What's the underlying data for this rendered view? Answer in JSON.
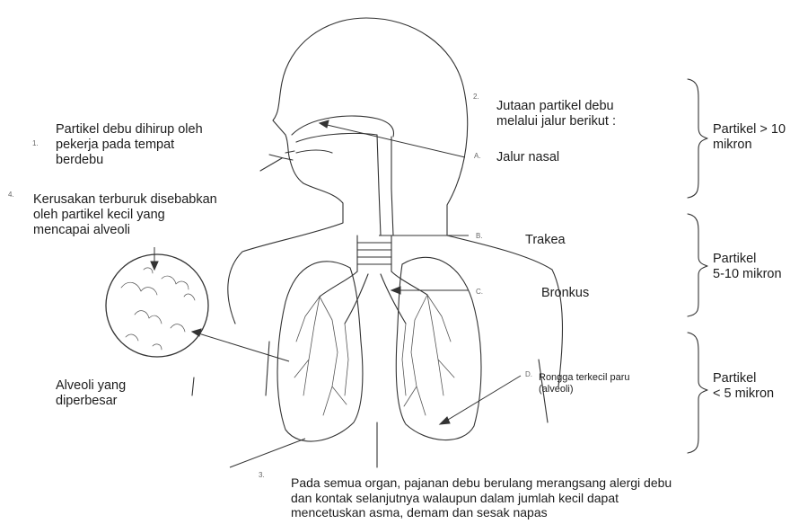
{
  "labels": {
    "step1": "Partikel debu dihirup oleh\npekerja pada tempat\nberdebu",
    "step2": "Jutaan partikel debu\nmelalui jalur berikut :",
    "step4": "Kerusakan terburuk disebabkan\noleh partikel kecil yang\nmencapai alveoli",
    "alveoli_enlarged": "Alveoli yang\ndiperbesar",
    "nasal": "Jalur nasal",
    "trachea": "Trakea",
    "bronchus": "Bronkus",
    "smallest": "Rongga terkecil paru\n(alveoli)",
    "footer": "Pada semua organ, pajanan debu berulang merangsang alergi debu\ndan kontak selanjutnya walaupun dalam jumlah kecil dapat\nmencetuskan asma, demam dan sesak napas"
  },
  "size_ranges": [
    "Partikel > 10\nmikron",
    "Partikel\n5-10 mikron",
    "Partikel\n< 5 mikron"
  ],
  "markers": {
    "m1": "1.",
    "m2": "2.",
    "m3": "3.",
    "m4": "4.",
    "ma": "A.",
    "mb": "B.",
    "mc": "C.",
    "md": "D."
  }
}
